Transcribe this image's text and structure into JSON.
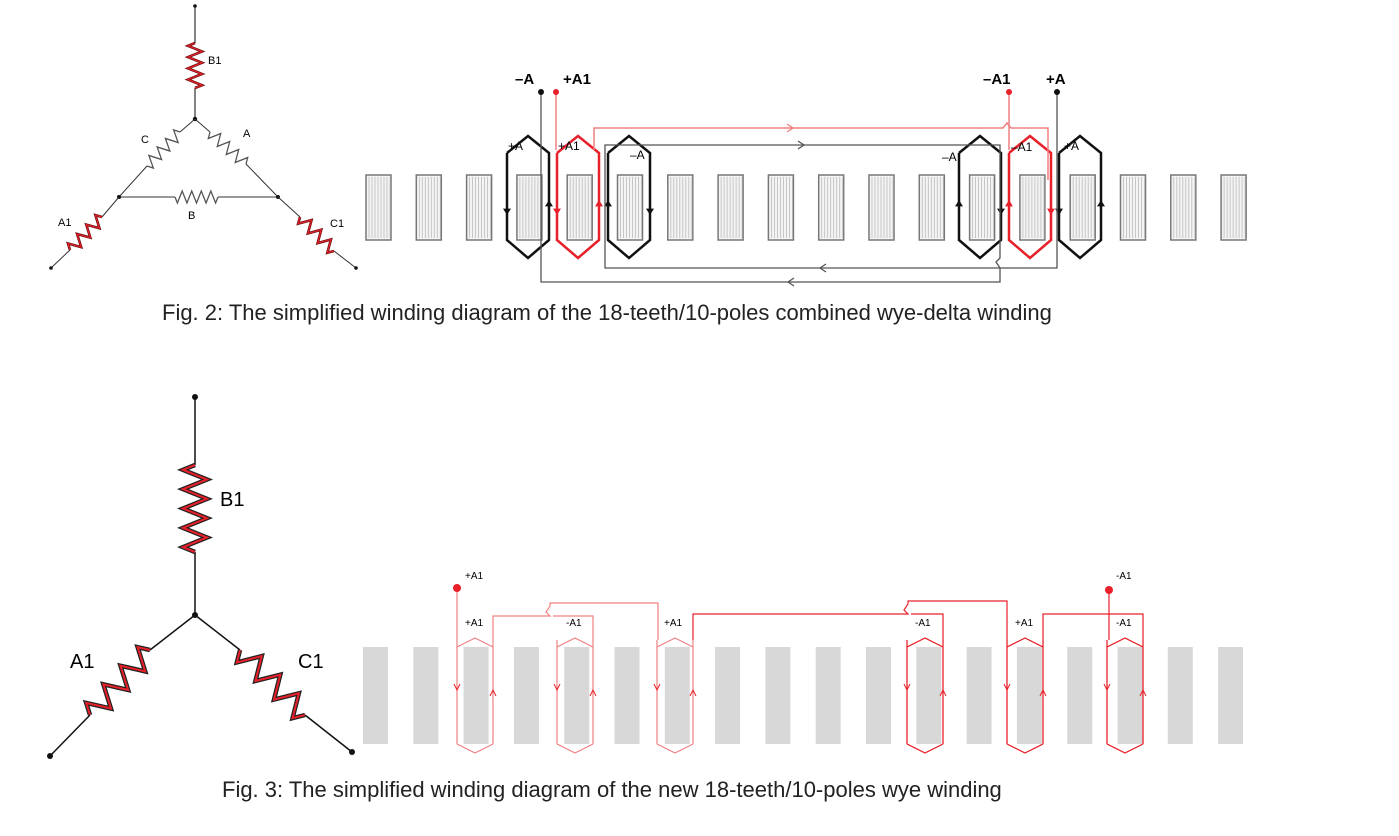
{
  "fig2": {
    "caption": "Fig. 2: The simplified winding diagram of the 18-teeth/10-poles combined wye-delta winding",
    "wye_labels": {
      "b1": "B1",
      "a1": "A1",
      "c1": "C1",
      "a": "A",
      "b": "B",
      "c": "C"
    },
    "terminals": {
      "minus_a_left": "–A",
      "plus_a1_left": "+A1",
      "minus_a1_right": "–A1",
      "plus_a_right": "+A"
    },
    "coil_labels": [
      "+A",
      "+A1",
      "–A",
      "–A",
      "–A1",
      "+A"
    ],
    "teeth_count": 18
  },
  "fig3": {
    "caption": "Fig. 3: The simplified winding diagram of the new 18-teeth/10-poles wye winding",
    "wye_labels": {
      "b1": "B1",
      "a1": "A1",
      "c1": "C1"
    },
    "terminals": {
      "plus_a1": "+A1",
      "minus_a1": "-A1"
    },
    "coil_labels": [
      "+A1",
      "-A1",
      "+A1",
      "-A1",
      "+A1",
      "-A1"
    ],
    "teeth_count": 18
  },
  "colors": {
    "red": "#e8202a",
    "light_red": "#f08080",
    "black": "#111111",
    "tooth": "#d8d8d8"
  }
}
